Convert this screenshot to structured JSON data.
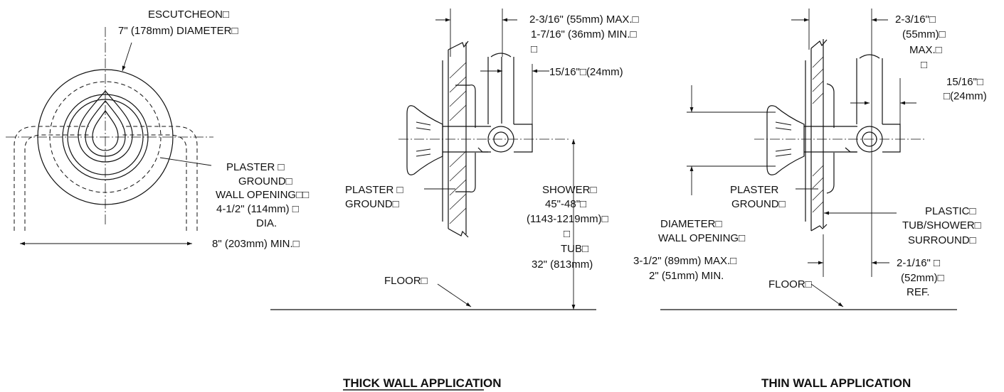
{
  "front_view": {
    "escutcheon_label": "ESCUTCHEON□",
    "escutcheon_diameter": "7\" (178mm) DIAMETER□",
    "plaster_ground_1": "PLASTER □",
    "plaster_ground_2": "GROUND□",
    "wall_opening_1": "WALL OPENING□□",
    "wall_opening_2": "4-1/2\" (114mm) □",
    "wall_opening_3": "DIA.",
    "min_width": "8\" (203mm) MIN.□"
  },
  "thick_wall": {
    "title": "THICK WALL APPLICATION",
    "depth_max": "2-3/16\" (55mm) MAX.□",
    "depth_min": "1-7/16\" (36mm) MIN.□",
    "depth_blank": "□",
    "offset": "15/16\"□(24mm)",
    "plaster_ground_1": "PLASTER □",
    "plaster_ground_2": "GROUND□",
    "shower_1": "SHOWER□",
    "shower_2": "45\"-48\"□",
    "shower_3": "(1143-1219mm)□",
    "shower_4": "□",
    "tub_1": "TUB□",
    "tub_2": "32\" (813mm)",
    "floor": "FLOOR□"
  },
  "thin_wall": {
    "title": "THIN WALL APPLICATION",
    "depth_1": "2-3/16\"□",
    "depth_2": "(55mm)□",
    "depth_3": "MAX.□",
    "depth_4": "□",
    "offset_1": "15/16\"□",
    "offset_2": "□(24mm)",
    "plaster_ground_1": "PLASTER",
    "plaster_ground_2": "GROUND□",
    "diameter_1": "DIAMETER□",
    "diameter_2": "WALL OPENING□",
    "diameter_3": "3-1/2\" (89mm) MAX.□",
    "diameter_4": "2\" (51mm) MIN.",
    "surround_1": "PLASTIC□",
    "surround_2": "TUB/SHOWER□",
    "surround_3": "SURROUND□",
    "ref_1": "2-1/16\" □",
    "ref_2": "(52mm)□",
    "ref_3": "REF.",
    "floor": "FLOOR□"
  }
}
